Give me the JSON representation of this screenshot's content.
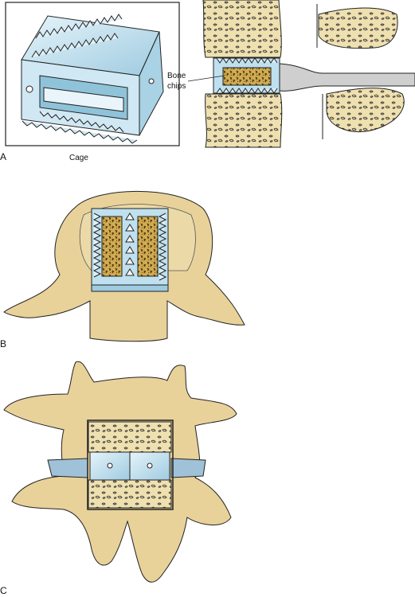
{
  "panels": {
    "a": {
      "letter": "A",
      "caption": "Cage"
    },
    "b": {
      "letter": "B"
    },
    "c": {
      "letter": "C"
    }
  },
  "callouts": {
    "bone_chips_line1": "Bone",
    "bone_chips_line2": "chips"
  },
  "colors": {
    "bone": "#e8d29a",
    "bone_dark": "#d9bf7f",
    "cage_blue": "#bfe0ee",
    "cage_blue_dark": "#8fc3d9",
    "graft": "#c8a24a",
    "outline": "#222222",
    "disc_gray": "#cfcfcf"
  }
}
